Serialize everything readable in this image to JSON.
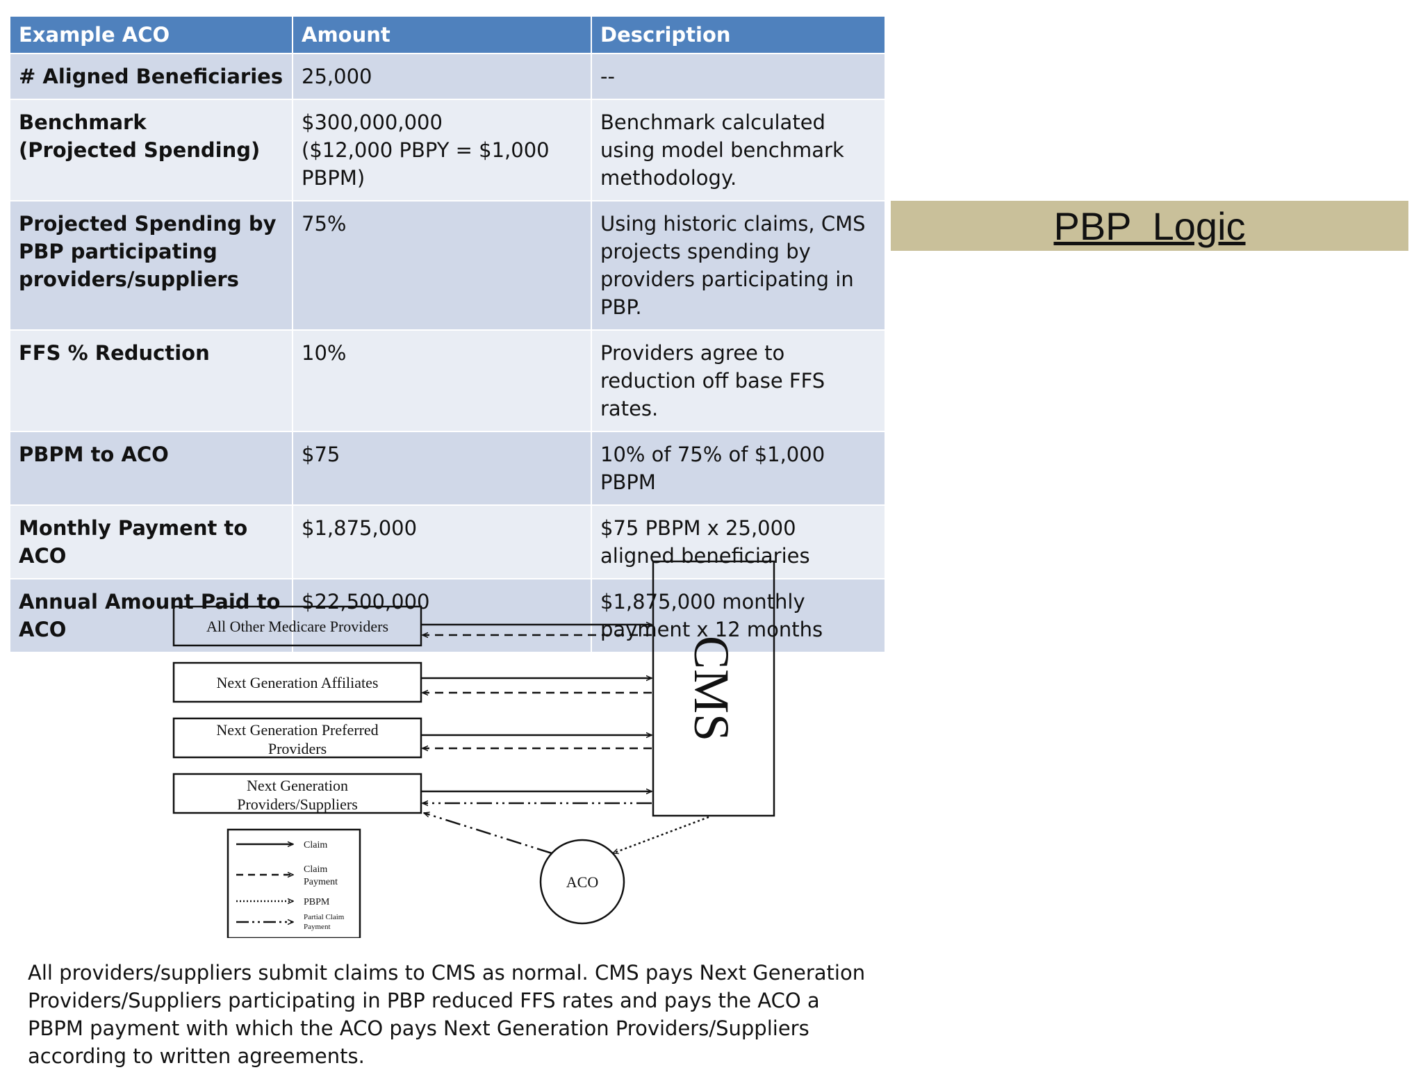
{
  "table": {
    "headers": [
      "Example ACO",
      "Amount",
      "Description"
    ],
    "rows": [
      [
        "# Aligned Beneficiaries",
        "25,000",
        "--"
      ],
      [
        "Benchmark\n(Projected Spending)",
        "$300,000,000\n($12,000 PBPY = $1,000 PBPM)",
        "Benchmark calculated using model benchmark methodology."
      ],
      [
        "Projected Spending by PBP participating providers/suppliers",
        "75%",
        "Using historic claims, CMS projects spending by providers participating in PBP."
      ],
      [
        "FFS % Reduction",
        "10%",
        "Providers agree to reduction off base FFS rates."
      ],
      [
        "PBPM to ACO",
        "$75",
        "10% of 75% of $1,000 PBPM"
      ],
      [
        "Monthly Payment to ACO",
        "$1,875,000",
        "$75 PBPM x 25,000 aligned beneficiaries"
      ],
      [
        "Annual Amount Paid to ACO",
        "$22,500,000",
        "$1,875,000 monthly payment x 12 months"
      ]
    ]
  },
  "banner": {
    "title": "PBP  Logic"
  },
  "diagram": {
    "cms_label": "CMS",
    "aco_label": "ACO",
    "providers": [
      [
        "All Other Medicare Providers"
      ],
      [
        "Next Generation Affiliates"
      ],
      [
        "Next Generation Preferred",
        "Providers"
      ],
      [
        "Next Generation",
        "Providers/Suppliers"
      ]
    ],
    "legend": [
      [
        "Claim"
      ],
      [
        "Claim",
        "Payment"
      ],
      [
        "PBPM"
      ],
      [
        "Partial Claim",
        "Payment"
      ]
    ]
  },
  "caption": "All providers/suppliers submit claims to CMS as normal. CMS pays Next Generation Providers/Suppliers participating in PBP reduced FFS rates and pays the ACO a PBPM payment with which the ACO pays Next Generation Providers/Suppliers according to written agreements."
}
